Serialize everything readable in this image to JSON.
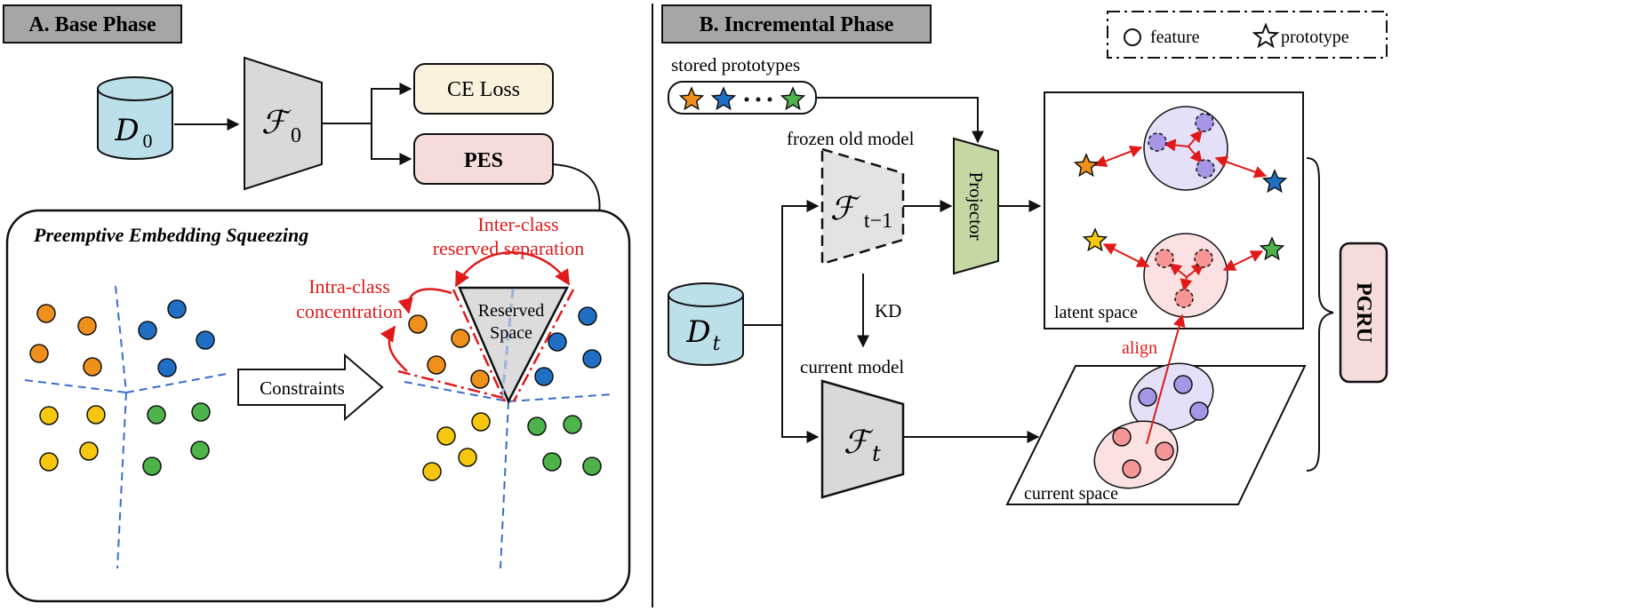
{
  "base_phase": {
    "header": "A. Base Phase",
    "dataset_label": "D",
    "dataset_sub": "0",
    "model_label": "ℱ",
    "model_sub": "0",
    "ce_loss": "CE Loss",
    "pes": "PES",
    "pes_box": {
      "title": "Preemptive Embedding Squeezing",
      "inter_class_line1": "Inter-class",
      "inter_class_line2": "reserved separation",
      "intra_class_line1": "Intra-class",
      "intra_class_line2": "concentration",
      "reserved_line1": "Reserved",
      "reserved_line2": "Space",
      "constraints": "Constraints"
    }
  },
  "incremental_phase": {
    "header": "B. Incremental Phase",
    "legend": {
      "feature": "feature",
      "prototype": "prototype"
    },
    "stored_prototypes": "stored prototypes",
    "frozen_old_model": "frozen old model",
    "old_model_label": "ℱ",
    "old_model_sub": "t−1",
    "projector": "Projector",
    "kd": "KD",
    "current_model": "current model",
    "current_model_label": "ℱ",
    "current_model_sub": "t",
    "dataset_label": "D",
    "dataset_sub": "t",
    "latent_space": "latent space",
    "current_space": "current space",
    "align": "align",
    "pgru": "PGRU"
  },
  "colors": {
    "orange": "#F0901C",
    "yellow": "#F7C70F",
    "blue": "#1F6FC4",
    "green": "#4DB34A",
    "red": "#E01A1A",
    "purple_dot": "#A796E6",
    "pink_dot": "#F59595"
  }
}
